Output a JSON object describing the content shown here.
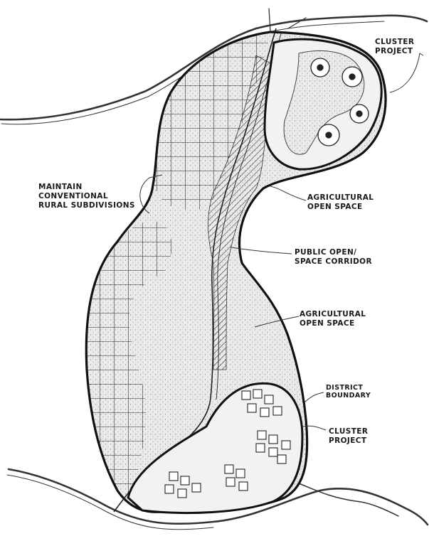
{
  "labels": {
    "cluster_project_top": {
      "line1": "CLUSTER",
      "line2": "PROJECT"
    },
    "maintain": {
      "line1": "MAINTAIN",
      "line2": "CONVENTIONAL",
      "line3": "RURAL SUBDIVISIONS"
    },
    "agricultural_top": {
      "line1": "AGRICULTURAL",
      "line2": "OPEN SPACE"
    },
    "public_corridor": {
      "line1": "PUBLIC OPEN/",
      "line2": "SPACE CORRIDOR"
    },
    "agricultural_bottom": {
      "line1": "AGRICULTURAL",
      "line2": "OPEN SPACE"
    },
    "district_boundary": {
      "line1": "DISTRICT",
      "line2": "BOUNDARY"
    },
    "cluster_project_bottom": {
      "line1": "CLUSTER",
      "line2": "PROJECT"
    }
  }
}
